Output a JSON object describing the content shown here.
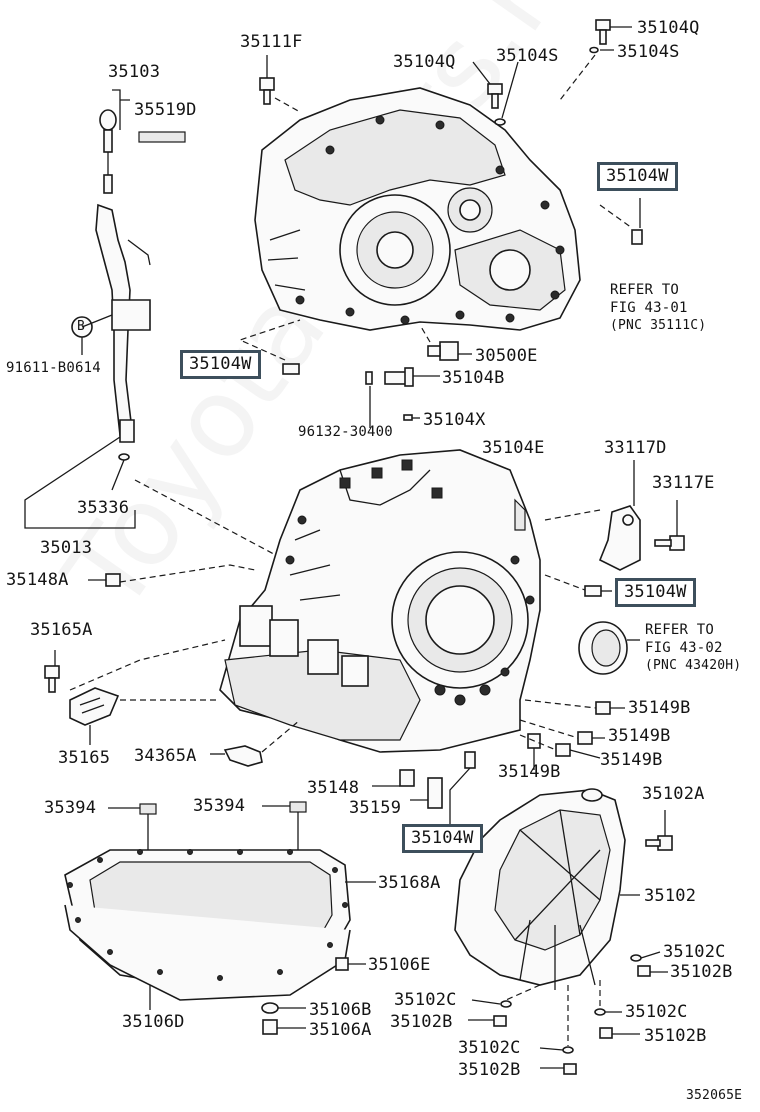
{
  "labels": {
    "p35111F": "35111F",
    "p35104Q_a": "35104Q",
    "p35104S_a": "35104S",
    "p35104Q_b": "35104Q",
    "p35104S_b": "35104S",
    "p35103": "35103",
    "p35519D": "35519D",
    "p35104W_top": "35104W",
    "refer_top_1": "REFER TO",
    "refer_top_2": "FIG 43-01",
    "refer_top_3": "(PNC 35111C)",
    "p91611": "91611-B0614",
    "circle_b": "B",
    "p35104W_left": "35104W",
    "p30500E": "30500E",
    "p35104B": "35104B",
    "p35104X": "35104X",
    "p96132": "96132-30400",
    "p35104E": "35104E",
    "p33117D": "33117D",
    "p33117E": "33117E",
    "p35336": "35336",
    "p35013": "35013",
    "p35148A": "35148A",
    "p35104W_right": "35104W",
    "p35165A": "35165A",
    "refer_mid_1": "REFER TO",
    "refer_mid_2": "FIG 43-02",
    "refer_mid_3": "(PNC 43420H)",
    "p35149B_1": "35149B",
    "p35149B_2": "35149B",
    "p35149B_3": "35149B",
    "p35149B_4": "35149B",
    "p35165": "35165",
    "p34365A": "34365A",
    "p35148": "35148",
    "p35159": "35159",
    "p35102A": "35102A",
    "p35394_a": "35394",
    "p35394_b": "35394",
    "p35104W_bottom": "35104W",
    "p35168A": "35168A",
    "p35102": "35102",
    "p35102C_a": "35102C",
    "p35102B_a": "35102B",
    "p35106E": "35106E",
    "p35106B": "35106B",
    "p35106A": "35106A",
    "p35106D": "35106D",
    "p35102C_b": "35102C",
    "p35102B_b": "35102B",
    "p35102C_c": "35102C",
    "p35102B_c": "35102B",
    "p35102C_d": "35102C",
    "p35102B_d": "35102B",
    "footer_code": "352065E"
  },
  "watermark": "Toyota-Parts.ru",
  "colors": {
    "ink": "#141414",
    "highlight_box": "#3d4f5c"
  }
}
